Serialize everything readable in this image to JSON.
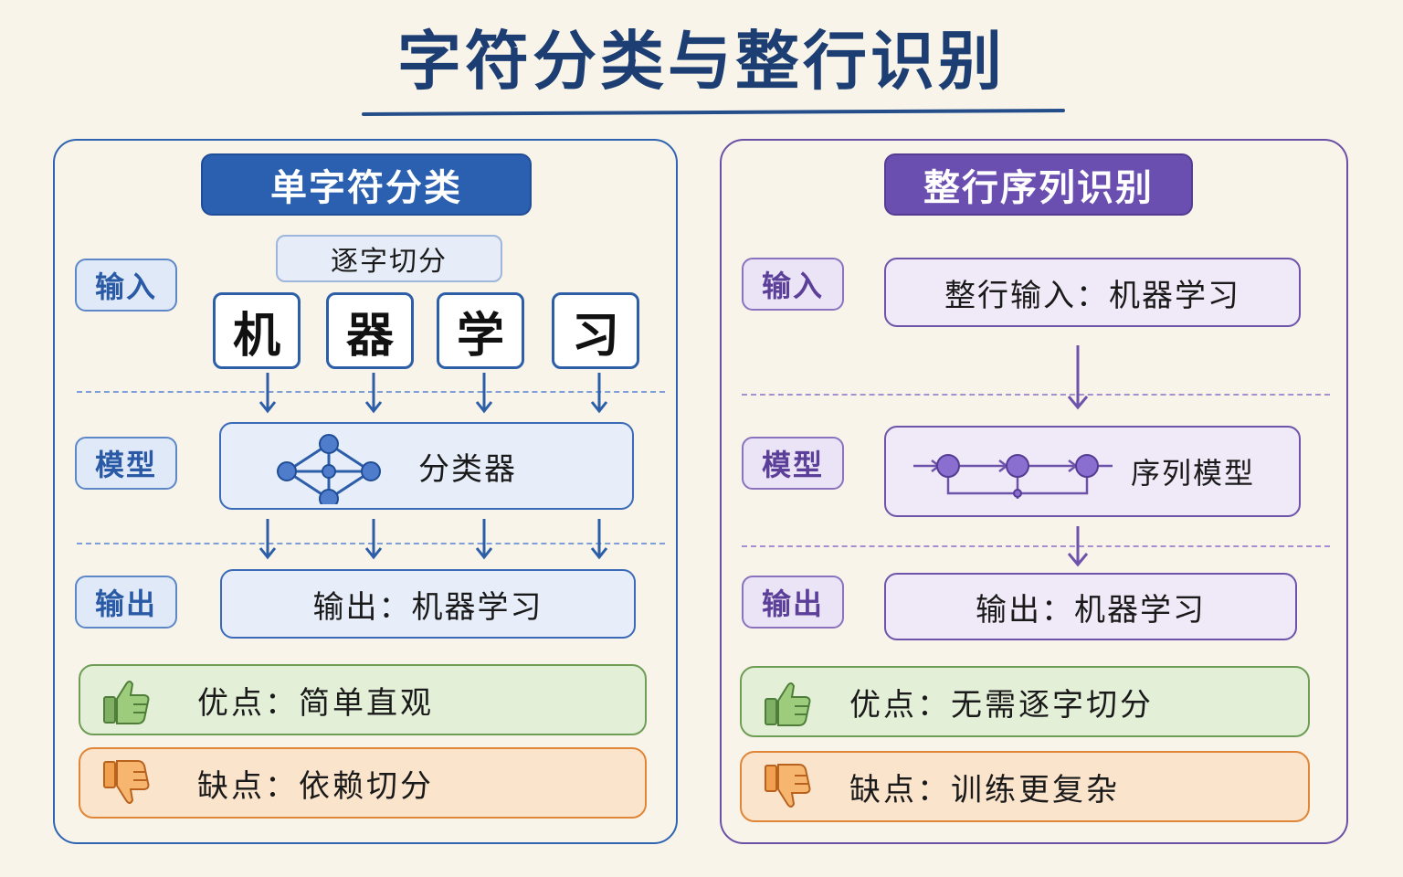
{
  "title": "字符分类与整行识别",
  "left": {
    "header": "单字符分类",
    "tags": {
      "input": "输入",
      "model": "模型",
      "output": "输出"
    },
    "segmentation": "逐字切分",
    "chars": [
      "机",
      "器",
      "学",
      "习"
    ],
    "model_label": "分类器",
    "output_text": "输出：机器学习",
    "pro": "优点：简单直观",
    "con": "缺点：依赖切分"
  },
  "right": {
    "header": "整行序列识别",
    "tags": {
      "input": "输入",
      "model": "模型",
      "output": "输出"
    },
    "input_text": "整行输入：机器学习",
    "model_label": "序列模型",
    "output_text": "输出：机器学习",
    "pro": "优点：无需逐字切分",
    "con": "缺点：训练更复杂"
  },
  "colors": {
    "left_accent": "#2b5fb0",
    "right_accent": "#6b4fb0",
    "pro_green": "#6e9d55",
    "con_orange": "#e08638",
    "background": "#f8f4ea"
  },
  "icons": {
    "classifier": "network-graph-icon",
    "sequence": "sequence-chain-icon",
    "pro": "thumbs-up-icon",
    "con": "thumbs-down-icon"
  }
}
